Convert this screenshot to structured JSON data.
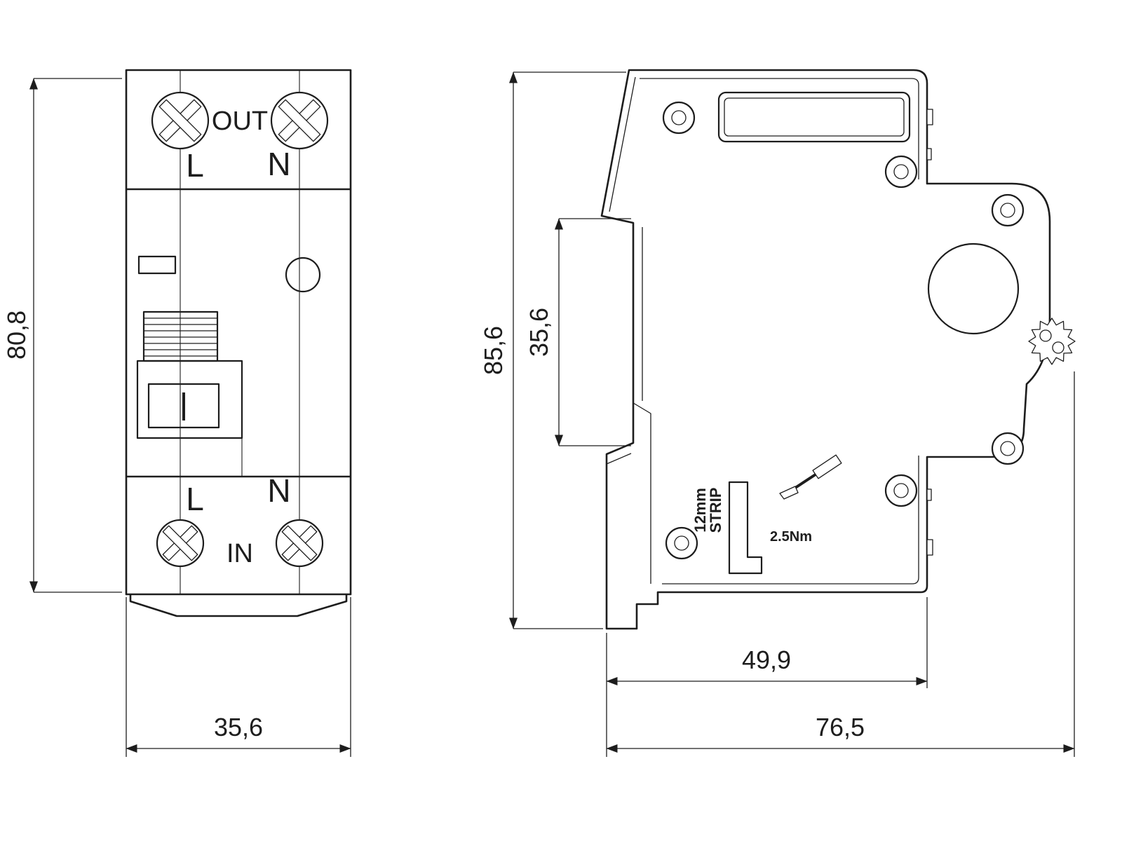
{
  "drawing": {
    "front_view": {
      "label_out": "OUT",
      "label_in": "IN",
      "label_l_top": "L",
      "label_n_top": "N",
      "label_l_bottom": "L",
      "label_n_bottom": "N",
      "dim_height": "80,8",
      "dim_width": "35,6"
    },
    "side_view": {
      "strip_gauge_line1": "12mm",
      "strip_gauge_line2": "STRIP",
      "torque": "2.5Nm",
      "dim_height": "85,6",
      "dim_front_face": "35,6",
      "dim_depth_body": "49,9",
      "dim_depth_total": "76,5"
    },
    "colors": {
      "line": "#1d1d1d",
      "background": "#ffffff"
    }
  }
}
